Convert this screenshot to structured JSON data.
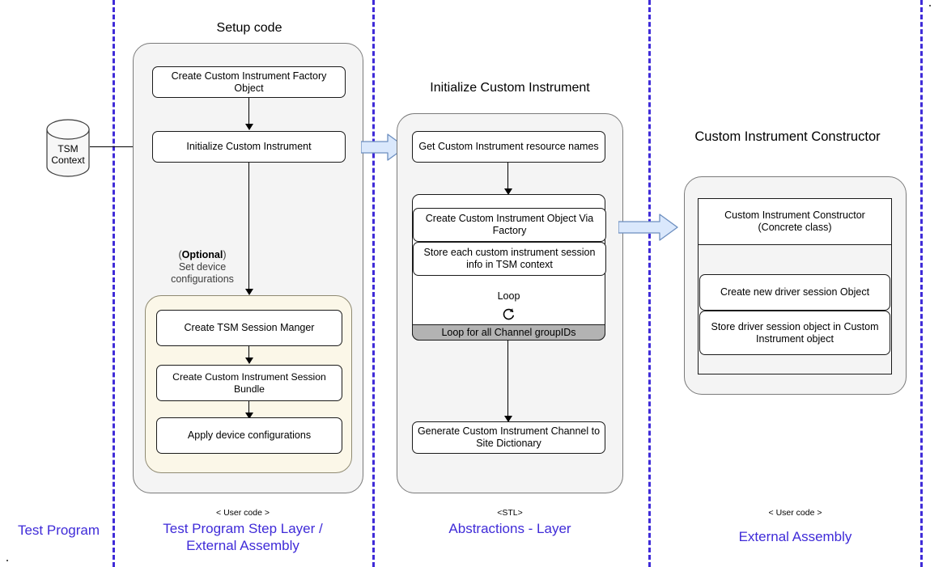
{
  "colors": {
    "lane_divider": "#3f2bd8",
    "lane_caption": "#3f2bd8",
    "panel_fill": "#f4f4f4",
    "panel_stroke": "#7a7a7a",
    "box_fill": "#ffffff",
    "box_stroke": "#1a1a1a",
    "beige_fill": "#fbf7e8",
    "beige_stroke": "#8f8a72",
    "loop_footer_fill": "#b3b3b3",
    "blue_arrow_fill": "#dae8fc",
    "blue_arrow_stroke": "#6c8ebf"
  },
  "lanes": [
    {
      "id": "test-program",
      "stereotype": "",
      "label": "Test Program"
    },
    {
      "id": "step-layer",
      "stereotype": "< User code >",
      "label": "Test Program Step Layer /\nExternal Assembly"
    },
    {
      "id": "abstractions",
      "stereotype": "<STL>",
      "label": "Abstractions - Layer"
    },
    {
      "id": "external-asm",
      "stereotype": "< User code >",
      "label": "External Assembly"
    }
  ],
  "lane_captions": {
    "test_program": "Test Program",
    "step_layer_line1": "Test Program Step Layer /",
    "step_layer_line2": "External Assembly",
    "step_layer_stereotype": "< User code >",
    "abstractions": "Abstractions - Layer",
    "abstractions_stereotype": "<STL>",
    "external_assembly": "External Assembly",
    "external_assembly_stereotype": "< User code >"
  },
  "datastore": {
    "name": "TSM Context",
    "line1": "TSM",
    "line2": "Context"
  },
  "setup": {
    "title": "Setup code",
    "steps": [
      "Create Custom Instrument Factory Object",
      "Initialize Custom Instrument"
    ],
    "note": {
      "prefix": "(",
      "bold": "Optional",
      "suffix": ")",
      "line2": "Set device",
      "line3": "configurations"
    },
    "optional_steps": [
      "Create TSM Session Manger",
      "Create Custom Instrument Session Bundle",
      "Apply device configurations"
    ]
  },
  "initialize": {
    "title": "Initialize Custom Instrument",
    "first_step": "Get Custom Instrument resource names",
    "loop": {
      "steps": [
        "Create Custom Instrument Object Via Factory",
        "Store  each custom instrument session info in TSM context"
      ],
      "label": "Loop",
      "icon": "loop-icon",
      "footer": "Loop for all Channel groupIDs"
    },
    "last_step": "Generate Custom Instrument Channel to Site Dictionary"
  },
  "constructor": {
    "title": "Custom Instrument Constructor",
    "header_line1": "Custom Instrument Constructor",
    "header_line2": "(Concrete class)",
    "steps": [
      "Create new driver session Object",
      "Store driver session object in Custom Instrument object"
    ]
  }
}
